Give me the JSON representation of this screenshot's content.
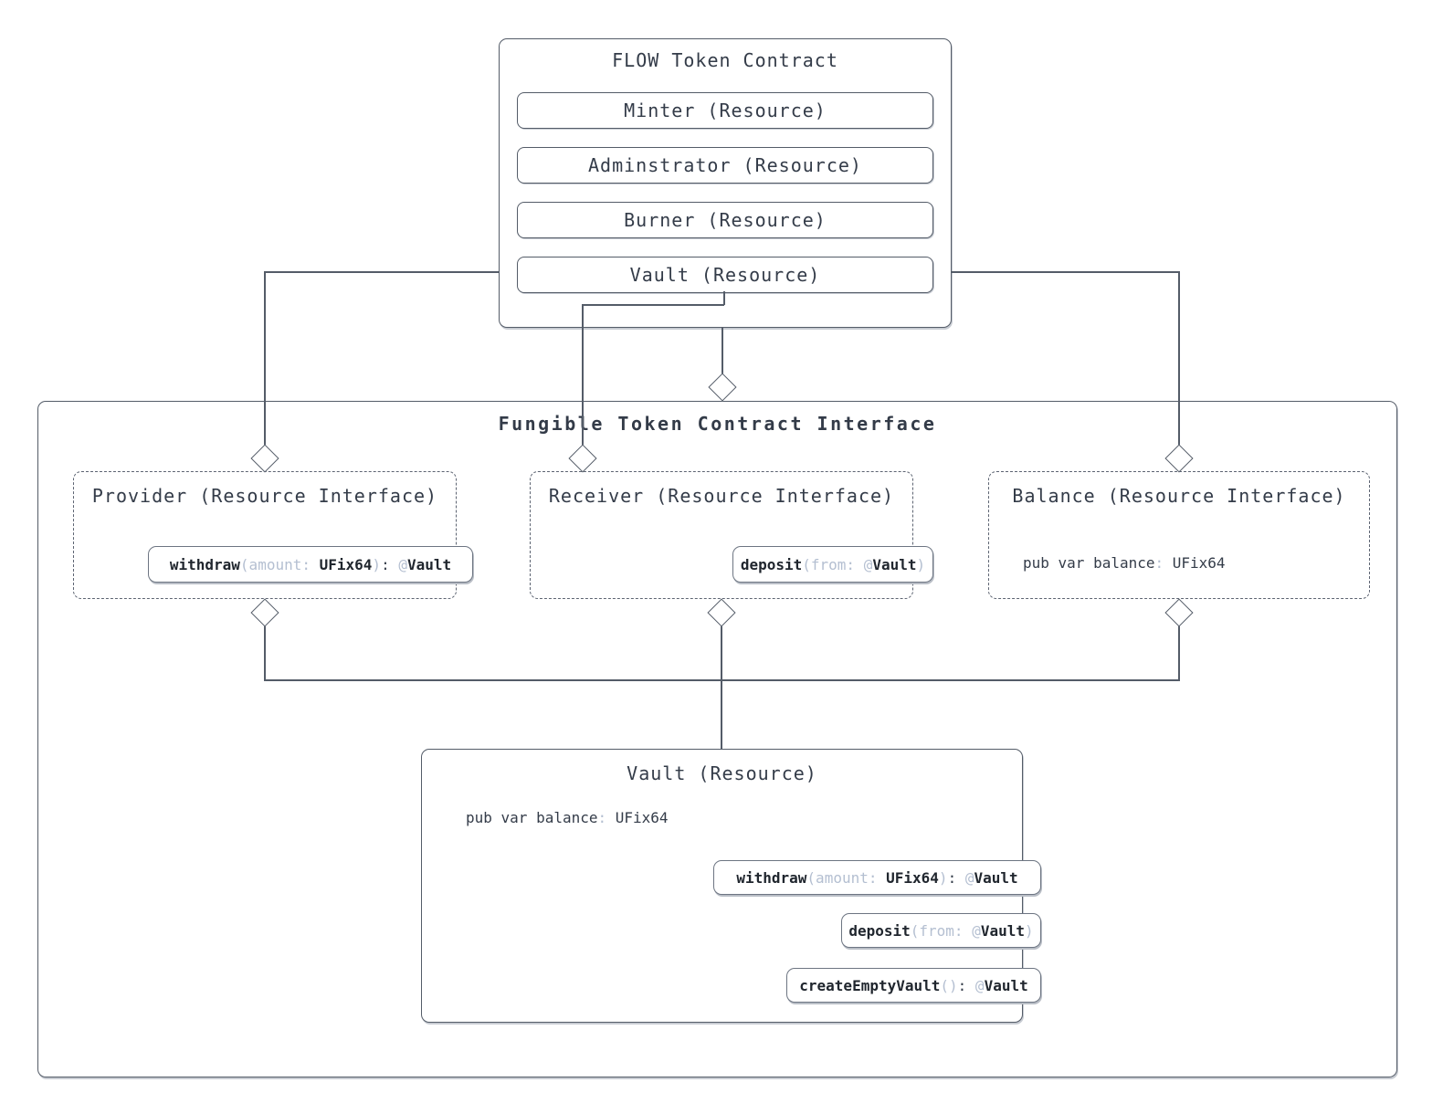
{
  "colors": {
    "bg": "#ffffff",
    "line": "#545c68",
    "ink": "#343c49",
    "ink-bold": "#20262e",
    "muted": "#b4bfd1",
    "dash": "#5d6472",
    "shadow": "#c7cbd2"
  },
  "flow_contract": {
    "title": "FLOW Token Contract",
    "resources": [
      "Minter (Resource)",
      "Adminstrator (Resource)",
      "Burner (Resource)",
      "Vault (Resource)"
    ]
  },
  "interface_container": {
    "title": "Fungible Token Contract Interface"
  },
  "interfaces": [
    {
      "title": "Provider (Resource Interface)",
      "method": [
        {
          "text": "withdraw",
          "style": "b"
        },
        {
          "text": "(amount: ",
          "style": "l"
        },
        {
          "text": "UFix64",
          "style": "b"
        },
        {
          "text": ")",
          "style": "l"
        },
        {
          "text": ": ",
          "style": "d"
        },
        {
          "text": "@",
          "style": "l"
        },
        {
          "text": "Vault",
          "style": "b"
        }
      ]
    },
    {
      "title": "Receiver (Resource Interface)",
      "method": [
        {
          "text": "deposit",
          "style": "b"
        },
        {
          "text": "(from: ",
          "style": "l"
        },
        {
          "text": "@",
          "style": "l"
        },
        {
          "text": "Vault",
          "style": "b"
        },
        {
          "text": ")",
          "style": "l"
        }
      ]
    },
    {
      "title": "Balance (Resource Interface)",
      "field": [
        {
          "text": "pub var balance",
          "style": "d"
        },
        {
          "text": ": ",
          "style": "l"
        },
        {
          "text": "UFix64",
          "style": "d"
        }
      ]
    }
  ],
  "vault": {
    "title": "Vault (Resource)",
    "field": [
      {
        "text": "pub var balance",
        "style": "d"
      },
      {
        "text": ": ",
        "style": "l"
      },
      {
        "text": "UFix64",
        "style": "d"
      }
    ],
    "methods": [
      [
        {
          "text": "withdraw",
          "style": "b"
        },
        {
          "text": "(amount: ",
          "style": "l"
        },
        {
          "text": "UFix64",
          "style": "b"
        },
        {
          "text": ")",
          "style": "l"
        },
        {
          "text": ": ",
          "style": "d"
        },
        {
          "text": "@",
          "style": "l"
        },
        {
          "text": "Vault",
          "style": "b"
        }
      ],
      [
        {
          "text": "deposit",
          "style": "b"
        },
        {
          "text": "(from: ",
          "style": "l"
        },
        {
          "text": "@",
          "style": "l"
        },
        {
          "text": "Vault",
          "style": "b"
        },
        {
          "text": ")",
          "style": "l"
        }
      ],
      [
        {
          "text": "createEmptyVault",
          "style": "b"
        },
        {
          "text": "()",
          "style": "l"
        },
        {
          "text": ": ",
          "style": "d"
        },
        {
          "text": "@",
          "style": "l"
        },
        {
          "text": "Vault",
          "style": "b"
        }
      ]
    ]
  }
}
